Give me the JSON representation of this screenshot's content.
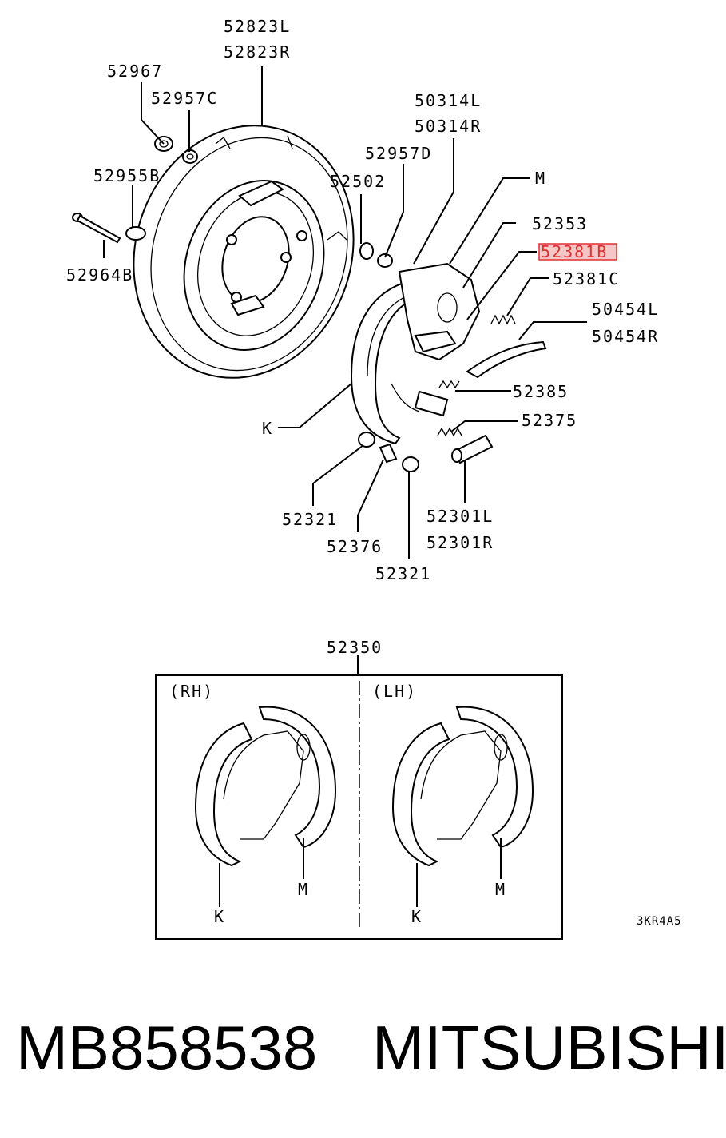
{
  "labels": {
    "p52823L": "52823L",
    "p52823R": "52823R",
    "p52967": "52967",
    "p52957C": "52957C",
    "p52955B": "52955B",
    "p52964B": "52964B",
    "p50314L": "50314L",
    "p50314R": "50314R",
    "p52957D": "52957D",
    "p52502": "52502",
    "M": "M",
    "p52353": "52353",
    "p52381B": "52381B",
    "p52381C": "52381C",
    "p50454L": "50454L",
    "p50454R": "50454R",
    "p52385": "52385",
    "K": "K",
    "p52375": "52375",
    "p52321a": "52321",
    "p52376": "52376",
    "p52321b": "52321",
    "p52301L": "52301L",
    "p52301R": "52301R",
    "p52350": "52350"
  },
  "kit_box": {
    "rh_label": "(RH)",
    "lh_label": "(LH)",
    "rh_k": "K",
    "rh_m": "M",
    "lh_k": "K",
    "lh_m": "M"
  },
  "diagram_code": "3KR4A5",
  "footer": {
    "part_number": "MB858538",
    "brand": "MITSUBISHI"
  },
  "highlight_color": "#e03030"
}
